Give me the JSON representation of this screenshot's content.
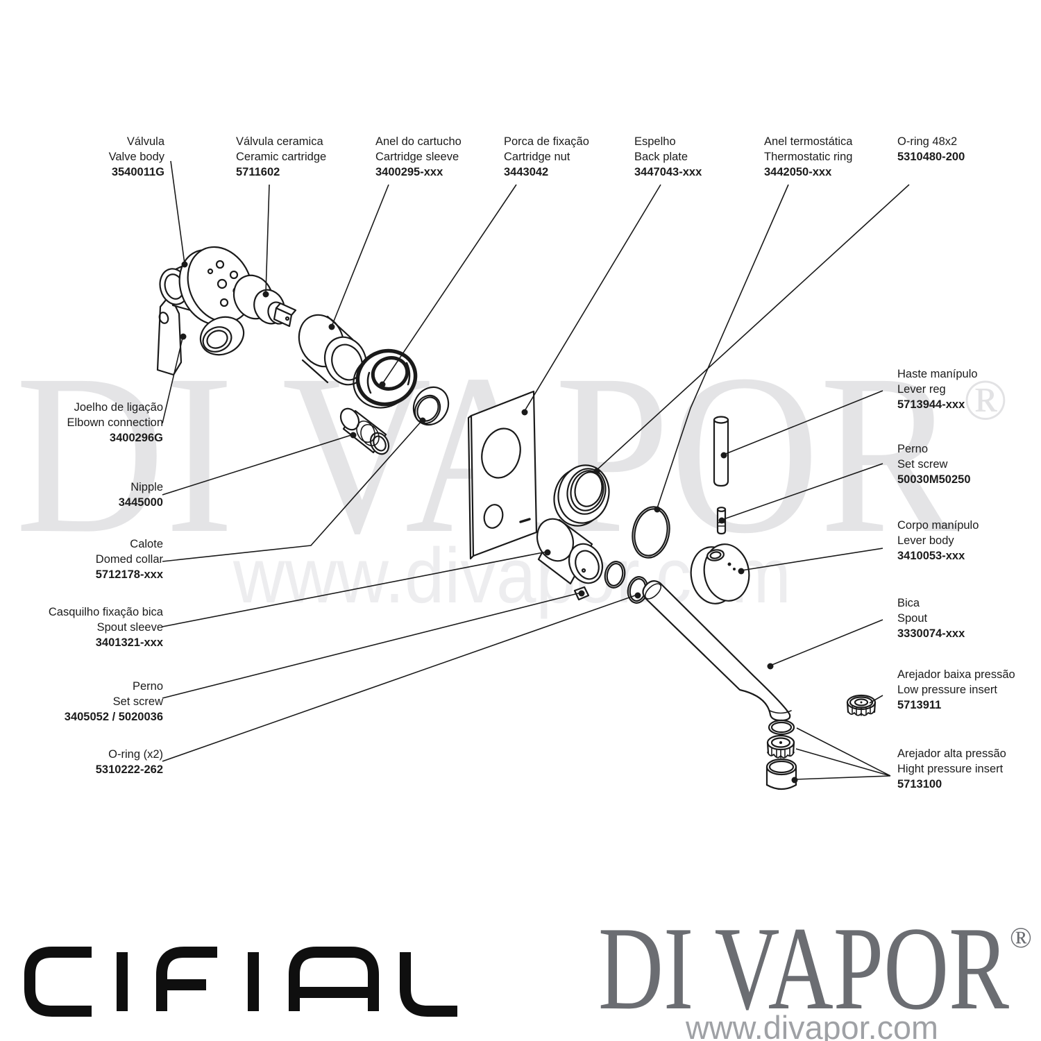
{
  "watermark": {
    "brand": "DI VAPOR",
    "reg": "®",
    "url": "www.divapor.com"
  },
  "footer": {
    "cifial_brand": "CIFIAL",
    "divapor_brand": "DI VAPOR",
    "divapor_reg": "®",
    "divapor_url": "www.divapor.com"
  },
  "colors": {
    "line_art": "#1a1a1a",
    "label_text": "#1b1b1b",
    "watermark_gray": "#e4e4e6",
    "watermark_url_gray": "#ededef",
    "footer_brand_gray": "#6b6d72",
    "footer_url_gray": "#9fa1a5",
    "cifial_black": "#0f0f0f"
  },
  "parts": {
    "valve_body": {
      "pt": "Válvula",
      "en": "Valve body",
      "code": "3540011G"
    },
    "ceramic_cartridge": {
      "pt": "Válvula ceramica",
      "en": "Ceramic cartridge",
      "code": "5711602"
    },
    "cartridge_sleeve": {
      "pt": "Anel do cartucho",
      "en": "Cartridge sleeve",
      "code": "3400295-xxx"
    },
    "cartridge_nut": {
      "pt": "Porca de fixação",
      "en": "Cartridge nut",
      "code": "3443042"
    },
    "back_plate": {
      "pt": "Espelho",
      "en": "Back plate",
      "code": "3447043-xxx"
    },
    "thermostatic_ring": {
      "pt": "Anel termostática",
      "en": "Thermostatic ring",
      "code": "3442050-xxx"
    },
    "oring_48x2": {
      "pt": "O-ring 48x2",
      "en": "",
      "code": "5310480-200"
    },
    "elbow_connection": {
      "pt": "Joelho de ligação",
      "en": "Elbown connection",
      "code": "3400296G"
    },
    "nipple": {
      "pt": "Nipple",
      "en": "",
      "code": "3445000"
    },
    "domed_collar": {
      "pt": "Calote",
      "en": "Domed collar",
      "code": "5712178-xxx"
    },
    "spout_sleeve": {
      "pt": "Casquilho fixação bica",
      "en": "Spout sleeve",
      "code": "3401321-xxx"
    },
    "set_screw_left": {
      "pt": "Perno",
      "en": "Set screw",
      "code": "3405052 / 5020036"
    },
    "oring_x2": {
      "pt": "O-ring (x2)",
      "en": "",
      "code": "5310222-262"
    },
    "lever_reg": {
      "pt": "Haste manípulo",
      "en": "Lever reg",
      "code": "5713944-xxx"
    },
    "set_screw_right": {
      "pt": "Perno",
      "en": "Set screw",
      "code": "50030M50250"
    },
    "lever_body": {
      "pt": "Corpo manípulo",
      "en": "Lever body",
      "code": "3410053-xxx"
    },
    "spout": {
      "pt": "Bica",
      "en": "Spout",
      "code": "3330074-xxx"
    },
    "low_pressure_insert": {
      "pt": "Arejador baixa pressão",
      "en": "Low pressure insert",
      "code": "5713911"
    },
    "high_pressure_insert": {
      "pt": "Arejador alta pressão",
      "en": "Hight pressure insert",
      "code": "5713100"
    }
  }
}
